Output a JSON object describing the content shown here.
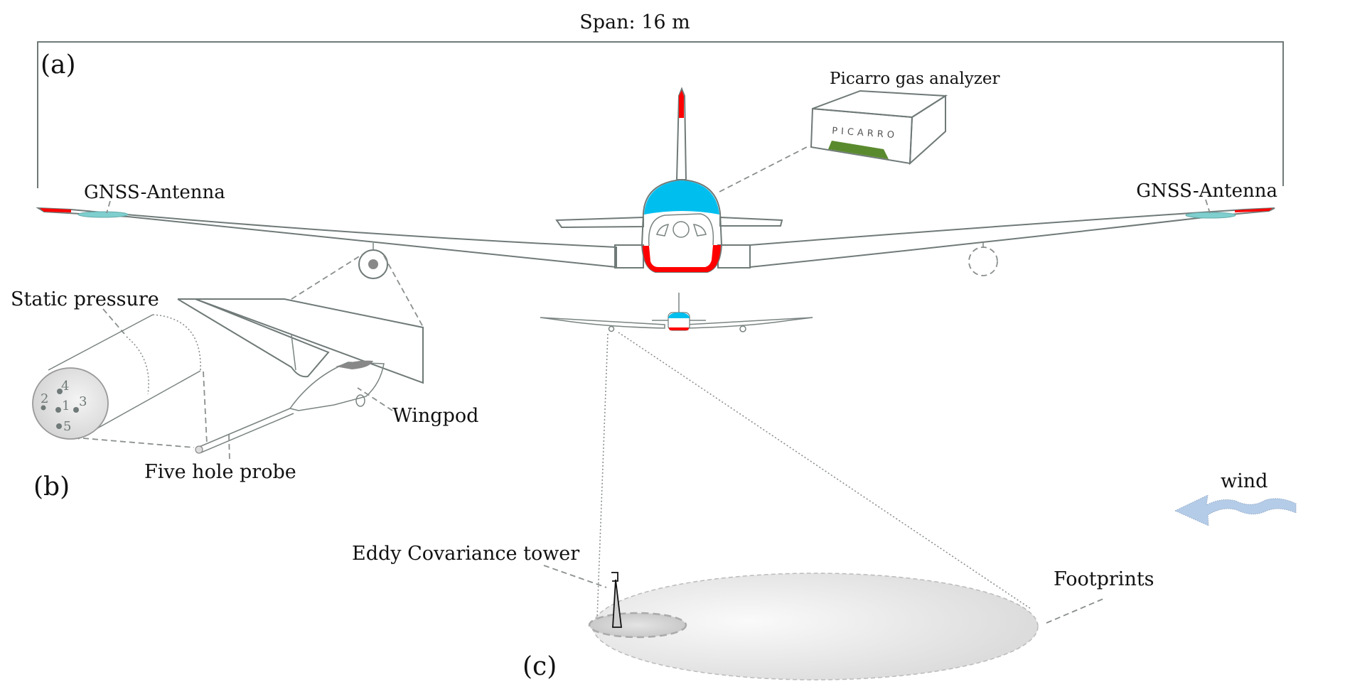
{
  "figure": {
    "panel_labels": {
      "a": "(a)",
      "b": "(b)",
      "c": "(c)"
    },
    "span_label": "Span: 16 m",
    "labels": {
      "gnss_left": "GNSS-Antenna",
      "gnss_right": "GNSS-Antenna",
      "picarro": "Picarro gas analyzer",
      "picarro_brand": "PICARRO",
      "static_pressure": "Static pressure",
      "five_hole_probe": "Five hole probe",
      "wingpod": "Wingpod",
      "ec_tower": "Eddy Covariance tower",
      "footprints": "Footprints",
      "wind": "wind"
    },
    "probe_holes": [
      "1",
      "2",
      "3",
      "4",
      "5"
    ],
    "colors": {
      "canopy_blue": "#00bfef",
      "accent_red": "#ff0000",
      "antenna_teal": "#7fcfcf",
      "picarro_green": "#5a8a2e",
      "wind_arrow": "#b4cce8",
      "outline": "#6f7a78"
    }
  }
}
